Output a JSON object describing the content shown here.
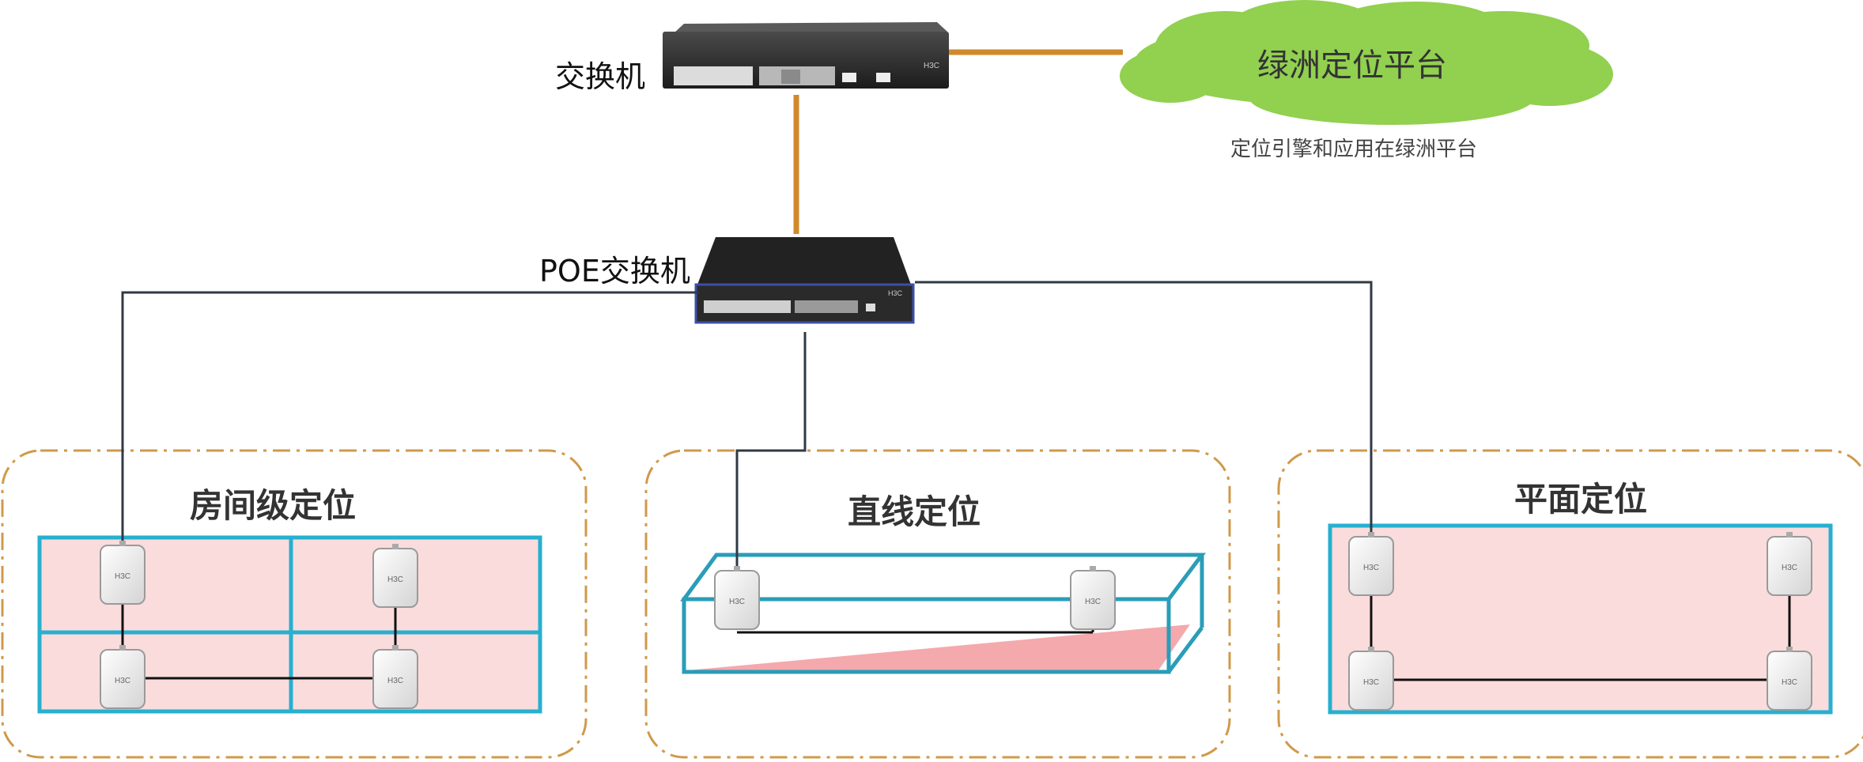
{
  "switch": {
    "label": "交换机"
  },
  "poe_switch": {
    "label": "POE交换机"
  },
  "cloud": {
    "label": "绿洲定位平台",
    "caption": "定位引擎和应用在绿洲平台"
  },
  "zones": [
    {
      "title": "房间级定位"
    },
    {
      "title": "直线定位"
    },
    {
      "title": "平面定位"
    }
  ],
  "ap_brand": "H3C",
  "switch_brand": "H3C",
  "colors": {
    "uplink": "#d08a2c",
    "cable": "#2f3a45",
    "zone_border": "#cf9a4a",
    "room_border": "#27b0cf",
    "room_fill": "#fadcdc",
    "line_box": "#2a9db8",
    "line_floor": "#f4a9ad",
    "cloud": "#92d050"
  }
}
